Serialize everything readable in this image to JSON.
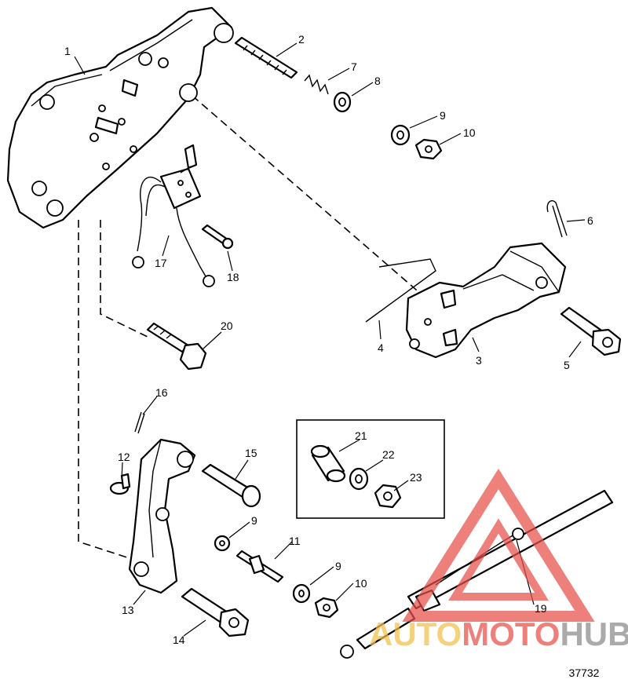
{
  "callouts": [
    {
      "id": "c1",
      "text": "1"
    },
    {
      "id": "c2",
      "text": "2"
    },
    {
      "id": "c3",
      "text": "3"
    },
    {
      "id": "c4",
      "text": "4"
    },
    {
      "id": "c5",
      "text": "5"
    },
    {
      "id": "c6",
      "text": "6"
    },
    {
      "id": "c7",
      "text": "7"
    },
    {
      "id": "c8",
      "text": "8"
    },
    {
      "id": "c9a",
      "text": "9"
    },
    {
      "id": "c10a",
      "text": "10"
    },
    {
      "id": "c9b",
      "text": "9"
    },
    {
      "id": "c9c",
      "text": "9"
    },
    {
      "id": "c10b",
      "text": "10"
    },
    {
      "id": "c11",
      "text": "11"
    },
    {
      "id": "c12",
      "text": "12"
    },
    {
      "id": "c13",
      "text": "13"
    },
    {
      "id": "c14",
      "text": "14"
    },
    {
      "id": "c15",
      "text": "15"
    },
    {
      "id": "c16",
      "text": "16"
    },
    {
      "id": "c17",
      "text": "17"
    },
    {
      "id": "c18",
      "text": "18"
    },
    {
      "id": "c19",
      "text": "19"
    },
    {
      "id": "c20",
      "text": "20"
    },
    {
      "id": "c21",
      "text": "21"
    },
    {
      "id": "c22",
      "text": "22"
    },
    {
      "id": "c23",
      "text": "23"
    }
  ],
  "figure_number": "37732",
  "watermark": {
    "part1": "AUTO",
    "part2": "MOTO",
    "part3": "HUB",
    "color_yellow": "#f2c04a",
    "color_red": "#e8504a",
    "color_gray": "#8a8a8a"
  }
}
